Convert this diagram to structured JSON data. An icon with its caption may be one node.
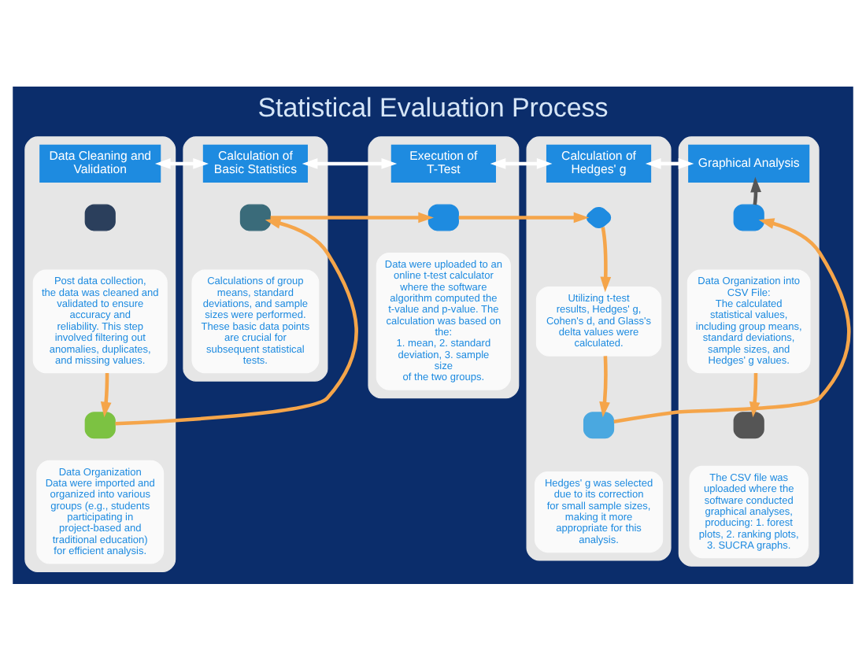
{
  "diagram": {
    "title": "Statistical Evaluation Process",
    "nodes": [
      {
        "text": [],
        "shape": "box"
      },
      {
        "text": [
          "Data Cleaning and Validation"
        ],
        "in": 0
      },
      {
        "text": [],
        "shape": "box",
        "in": 0
      },
      {
        "text": [
          "Post data collection, the data was cleaned and validated to ensure accuracy and reliability. This step involved filtering out anomalies, duplicates, and missing values."
        ],
        "in": 0
      },
      {
        "text": [],
        "shape": "box",
        "in": 0
      },
      {
        "text": [
          "Data Organization",
          "Data were imported and organized into various groups (e.g., students participating in project-based and traditional education) for efficient analysis."
        ],
        "in": 0
      },
      {
        "text": [],
        "shape": "box"
      },
      {
        "text": [
          "Calculation of Basic Statistics"
        ],
        "in": 6
      },
      {
        "text": [],
        "shape": "box",
        "in": 6
      },
      {
        "text": [
          "Calculations of group means, standard deviations, and sample sizes were performed. These basic data points are crucial for subsequent statistical tests."
        ],
        "in": 6
      },
      {
        "text": [],
        "shape": "box"
      },
      {
        "text": [
          "Execution of T-Test"
        ],
        "in": 10
      },
      {
        "text": [],
        "shape": "box",
        "in": 10
      },
      {
        "text": [
          "Data were uploaded to an online t-test calculator where the software algorithm computed the t-value and p-value. The calculation was based on the:",
          "1. mean, 2. standard deviation, 3. sample size",
          "of the two groups."
        ],
        "in": 10
      },
      {
        "text": [],
        "shape": "box"
      },
      {
        "text": [
          "Calculation of Hedges' g"
        ],
        "in": 14
      },
      {
        "text": [],
        "shape": "diamond",
        "in": 14
      },
      {
        "text": [
          "Utilizing t-test results, Hedges' g, Cohen's d, and Glass's delta values were calculated."
        ],
        "in": 14
      },
      {
        "text": [],
        "shape": "box",
        "in": 14
      },
      {
        "text": [
          "Hedges' g was selected due to its correction for small sample sizes, making it more appropriate for this analysis."
        ],
        "in": 14
      },
      {
        "text": [],
        "shape": "box"
      },
      {
        "text": [
          "Graphical Analysis"
        ],
        "in": 20
      },
      {
        "text": [],
        "shape": "box",
        "in": 20
      },
      {
        "text": [
          "Data Organization into CSV File:",
          "The calculated statistical values, including group means, standard deviations, sample sizes, and Hedges' g values."
        ],
        "in": 20
      },
      {
        "text": [],
        "shape": "box",
        "in": 20
      },
      {
        "text": [
          "The CSV file was uploaded where the software conducted graphical analyses, producing: 1. forest plots, 2. ranking plots, 3. SUCRA graphs."
        ],
        "in": 20
      }
    ],
    "edges": [
      {
        "from": 1,
        "to": 7,
        "arrow": "both",
        "color": "#ffffff"
      },
      {
        "from": 7,
        "to": 11,
        "arrow": "both",
        "color": "#ffffff"
      },
      {
        "from": 11,
        "to": 15,
        "arrow": "both",
        "color": "#ffffff"
      },
      {
        "from": 15,
        "to": 21,
        "arrow": "both",
        "color": "#ffffff"
      },
      {
        "from": 3,
        "to": 4,
        "arrow": "to"
      },
      {
        "from": 4,
        "to": 8,
        "arrow": "to"
      },
      {
        "from": 8,
        "to": 12,
        "arrow": "to"
      },
      {
        "from": 12,
        "to": 16,
        "arrow": "to"
      },
      {
        "from": 16,
        "to": 17,
        "arrow": "to"
      },
      {
        "from": 17,
        "to": 18,
        "arrow": "to"
      },
      {
        "from": 18,
        "to": 22,
        "arrow": "to"
      },
      {
        "from": 22,
        "to": 21,
        "arrow": "to",
        "color": "#555555"
      },
      {
        "from": 23,
        "to": 24,
        "arrow": "to"
      }
    ]
  }
}
